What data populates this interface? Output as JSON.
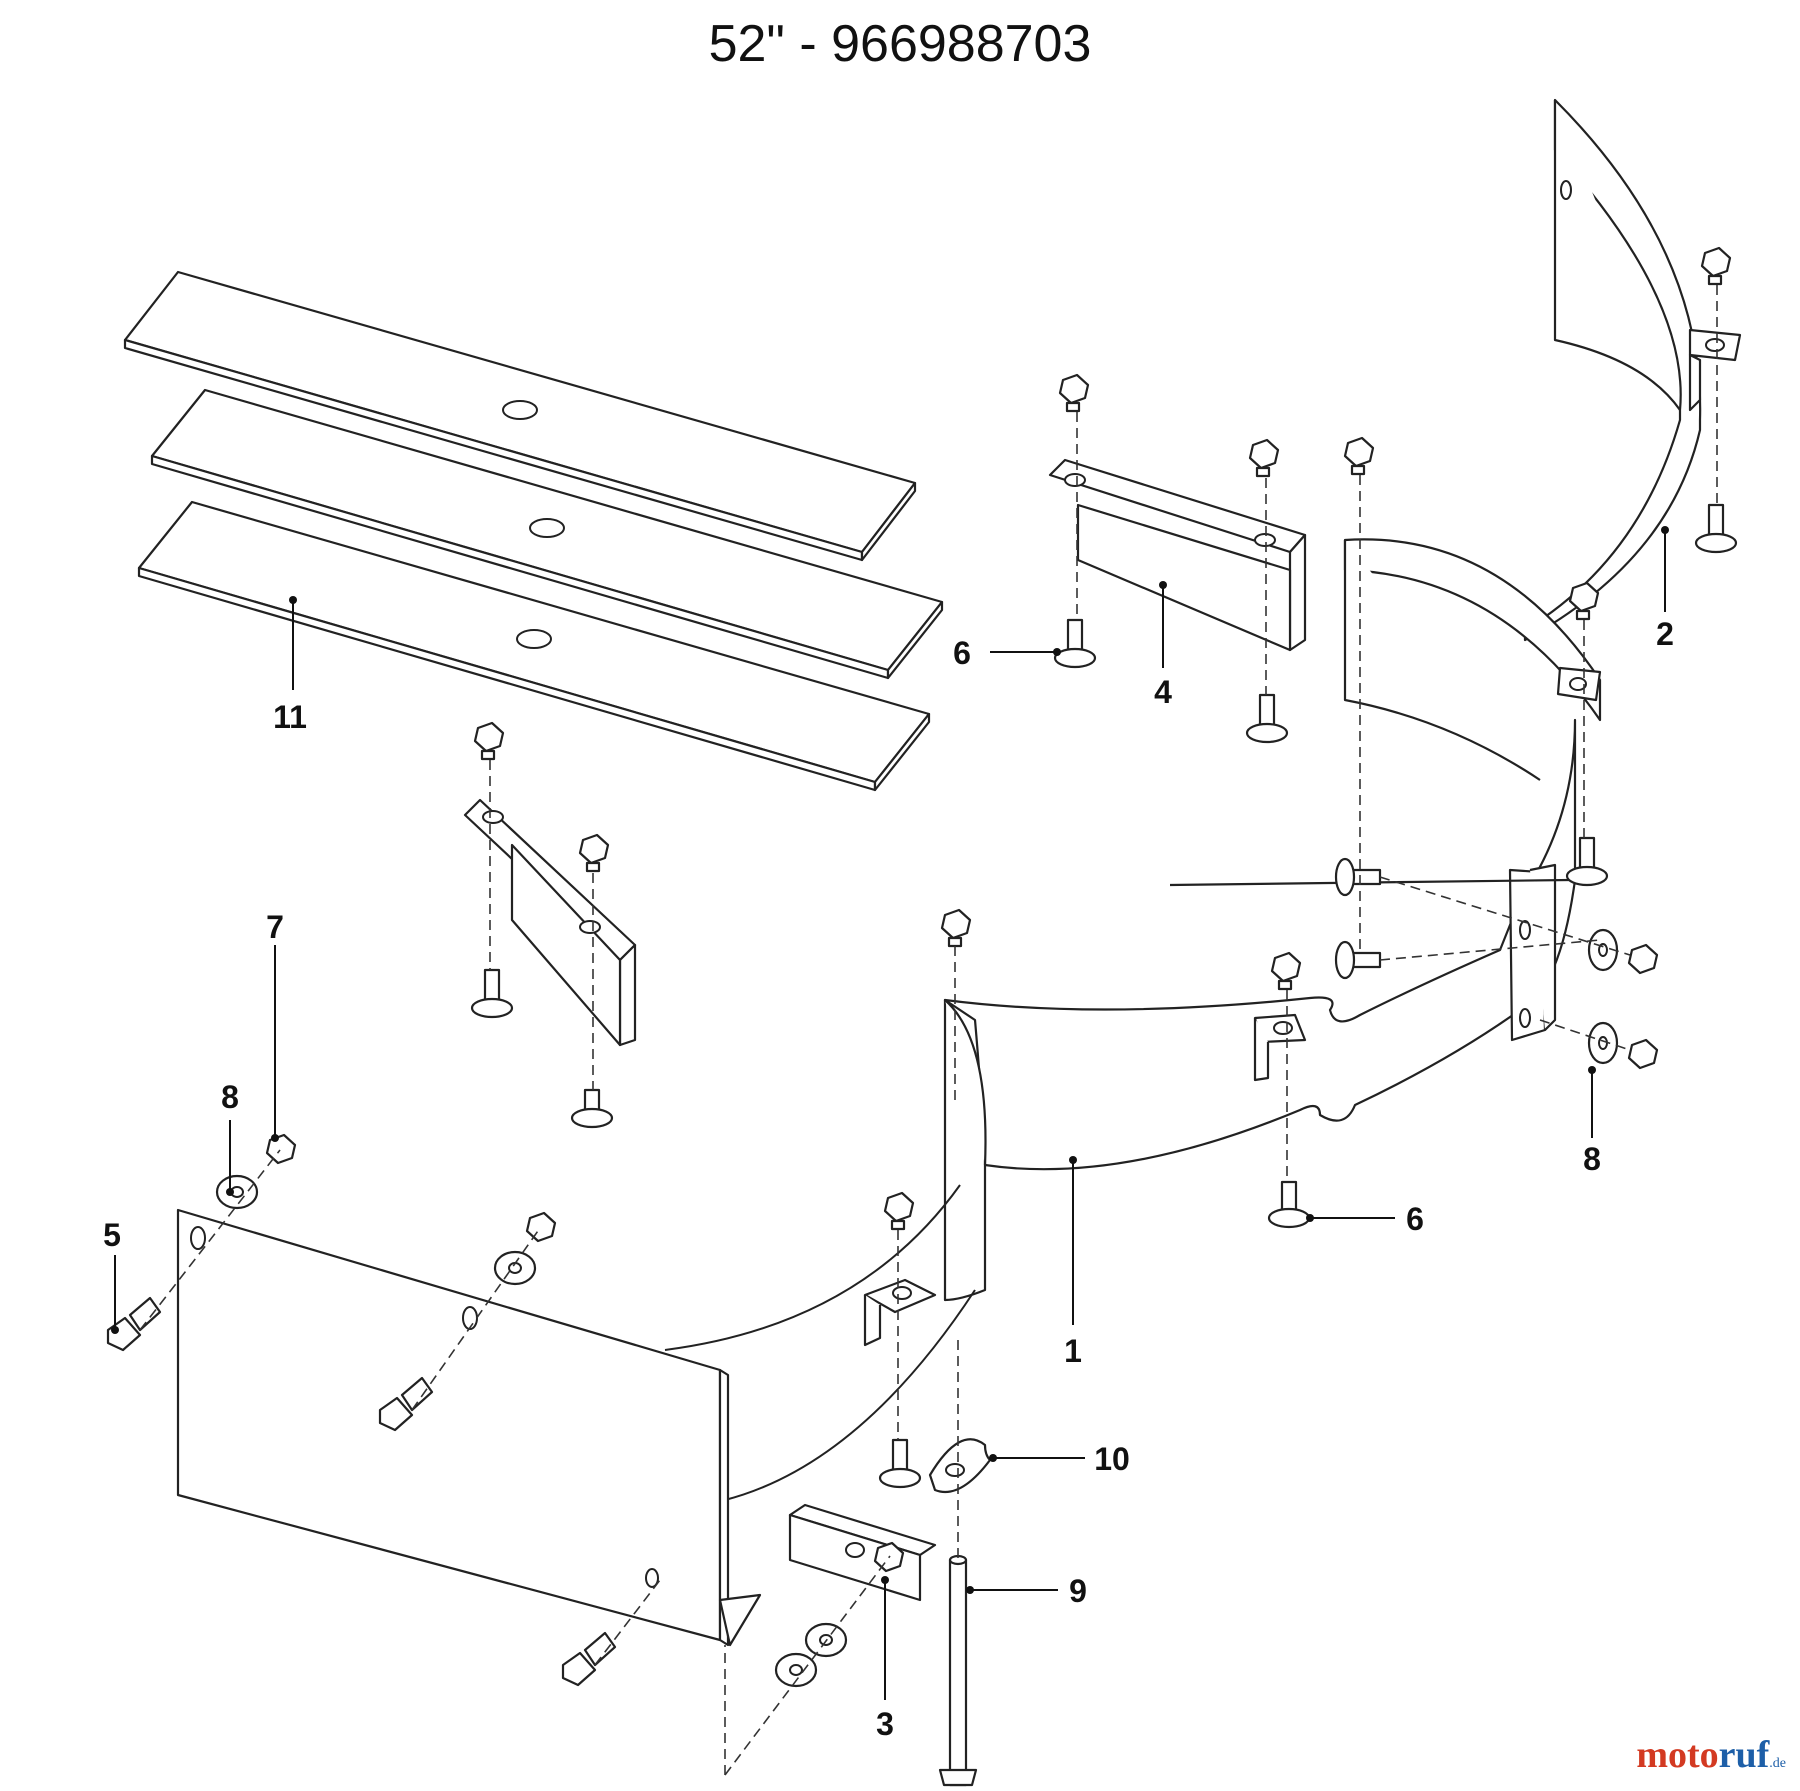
{
  "title": "52\" - 966988703",
  "callouts": [
    "1",
    "2",
    "3",
    "4",
    "5",
    "6",
    "6",
    "7",
    "8",
    "8",
    "9",
    "10",
    "11"
  ],
  "watermark": {
    "part1": "moto",
    "part2": "ruf",
    "suffix": ".de"
  }
}
